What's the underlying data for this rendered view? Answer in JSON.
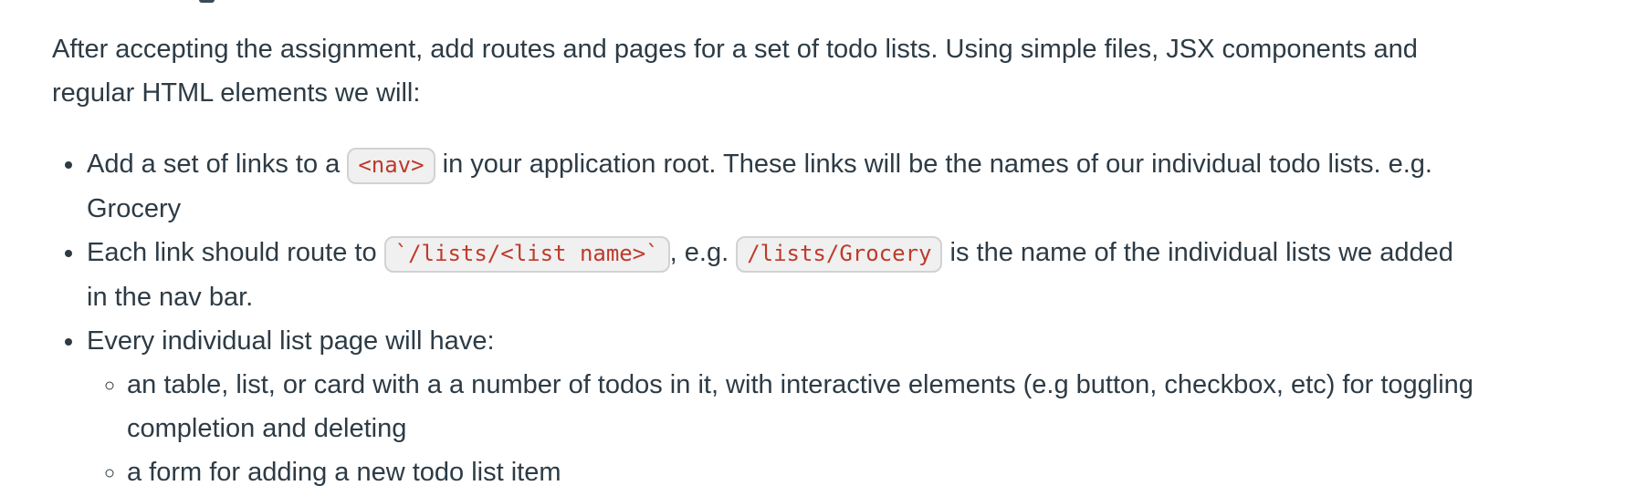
{
  "page": {
    "background": "#ffffff",
    "text_color": "#2d3b45",
    "code_text_color": "#bf3a2b",
    "code_chip_background": "#f0f0f0",
    "code_chip_border": "#d2d2d2"
  },
  "intro": {
    "text": "After accepting the assignment, add routes and pages for a set of todo lists. Using simple files, JSX components and regular HTML elements we will:"
  },
  "list": {
    "items": [
      {
        "parts": [
          {
            "type": "text",
            "value": "Add a set of links to a "
          },
          {
            "type": "code",
            "value": "<nav>"
          },
          {
            "type": "text",
            "value": " in your application root. These links will be the names of our individual todo lists. e.g. Grocery"
          }
        ]
      },
      {
        "parts": [
          {
            "type": "text",
            "value": "Each link should route to "
          },
          {
            "type": "code",
            "value": "`/lists/<list name>`"
          },
          {
            "type": "text",
            "value": ", e.g. "
          },
          {
            "type": "code",
            "value": "/lists/Grocery"
          },
          {
            "type": "text",
            "value": " is the name of the individual lists we added in the nav bar."
          }
        ]
      },
      {
        "parts": [
          {
            "type": "text",
            "value": "Every individual list page will have:"
          }
        ],
        "children": [
          "an table, list, or card with a a number of todos in it, with interactive elements (e.g button, checkbox, etc) for toggling completion and deleting",
          "a form for adding a new todo list item"
        ]
      }
    ]
  }
}
